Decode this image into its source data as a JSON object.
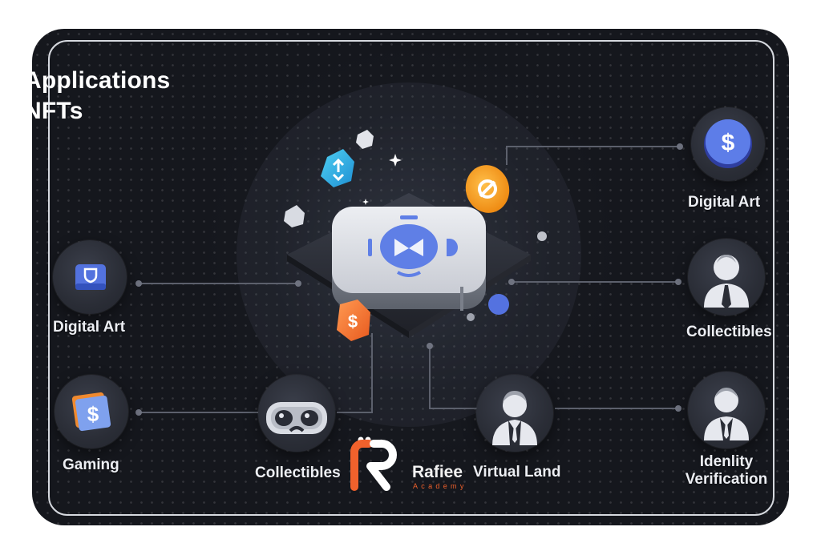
{
  "title": {
    "line1": "Applications",
    "line2": "NFTs"
  },
  "nodes": {
    "right_top": {
      "label": "Digital Art",
      "icon": "dollar-coin-icon"
    },
    "right_mid": {
      "label": "Collectibles",
      "icon": "person-avatar-icon"
    },
    "right_bottom": {
      "label_line1": "Idenlity",
      "label_line2": "Verification",
      "icon": "person-avatar-icon"
    },
    "left_top": {
      "label": "Digital Art",
      "icon": "shield-card-icon"
    },
    "left_bottom": {
      "label": "Gaming",
      "icon": "dollar-card-icon"
    },
    "bottom_left": {
      "label": "Collectibles",
      "icon": "vr-headset-icon"
    },
    "bottom_center": {
      "label": "Virtual Land",
      "icon": "person-suit-icon"
    }
  },
  "brand": {
    "name": "Rafiee",
    "sub": "Academy",
    "color": "#f0612c"
  },
  "colors": {
    "background": "#15171d",
    "accent_blue": "#4d6fe0",
    "accent_orange": "#f39a1f"
  }
}
